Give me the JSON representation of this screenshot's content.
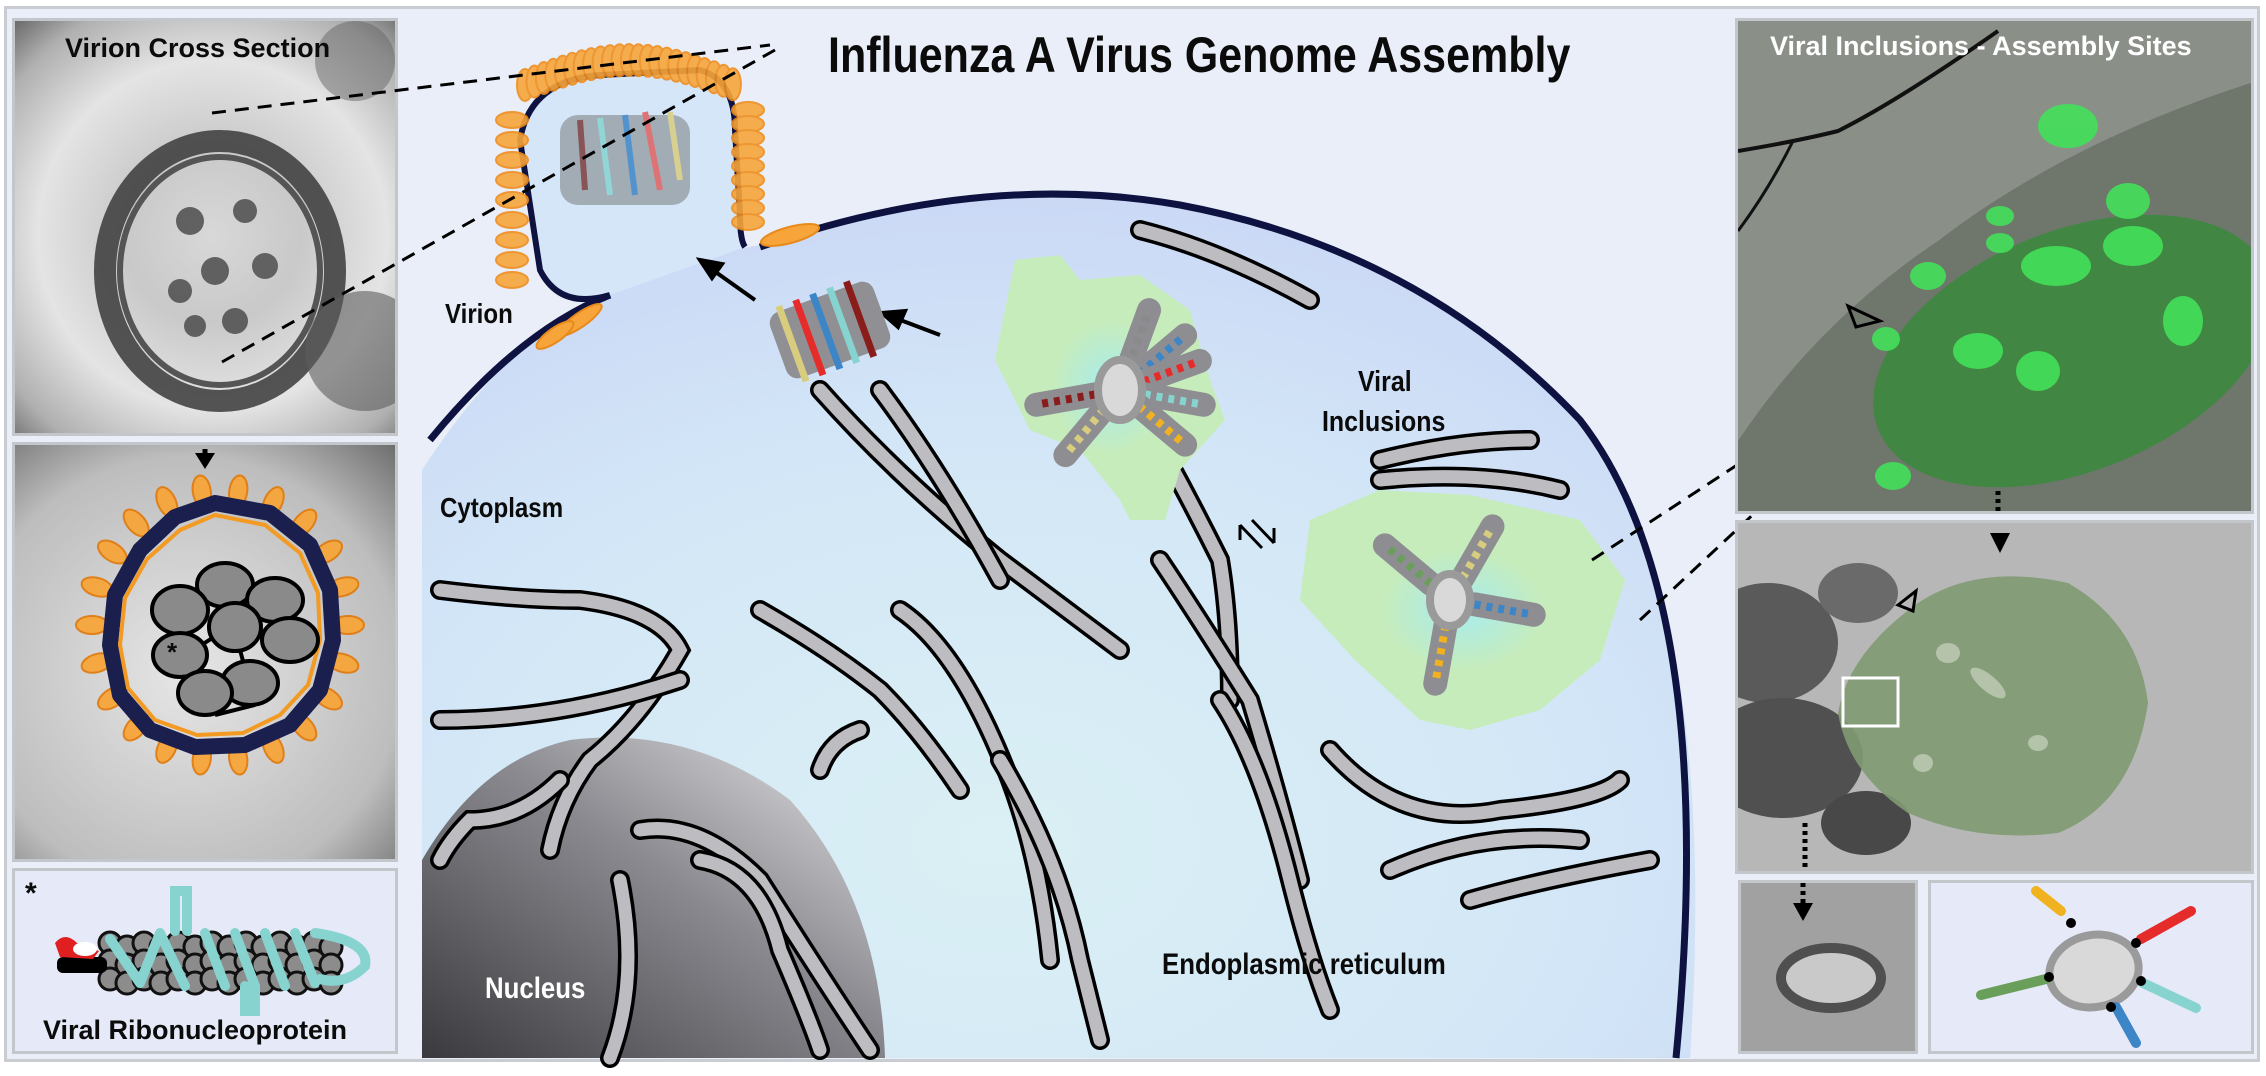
{
  "figure": {
    "title": "Influenza A Virus Genome Assembly"
  },
  "left_column": {
    "panel_top": {
      "title": "Virion Cross Section"
    },
    "panel_middle": {
      "marker": "*"
    },
    "panel_bottom": {
      "marker": "*",
      "caption": "Viral Ribonucleoprotein"
    }
  },
  "center": {
    "labels": {
      "virion": "Virion",
      "cytoplasm": "Cytoplasm",
      "viral_inclusions_line1": "Viral",
      "viral_inclusions_line2": "Inclusions",
      "endoplasmic_reticulum": "Endoplasmic reticulum",
      "nucleus": "Nucleus"
    },
    "equilibrium_symbol": "⇌"
  },
  "right_column": {
    "panel_top": {
      "title": "Viral Inclusions - Assembly Sites"
    }
  },
  "colors": {
    "background": "#e9eef8",
    "panel_border": "#c3c6ca",
    "cell_fill": "#d3e4f7",
    "membrane": "#0d1240",
    "spike_orange": "#f7a53a",
    "inclusion_green": "#c6ecbc",
    "er_grey": "#b8b8bc",
    "vrnp_segments": [
      "#e62b2b",
      "#3c85c6",
      "#86d3cf",
      "#f1b21f",
      "#d8cd7e",
      "#6a9e5b",
      "#8b1c1c",
      "#8a8a8a"
    ],
    "fluorescence_green": "#43e05a"
  }
}
